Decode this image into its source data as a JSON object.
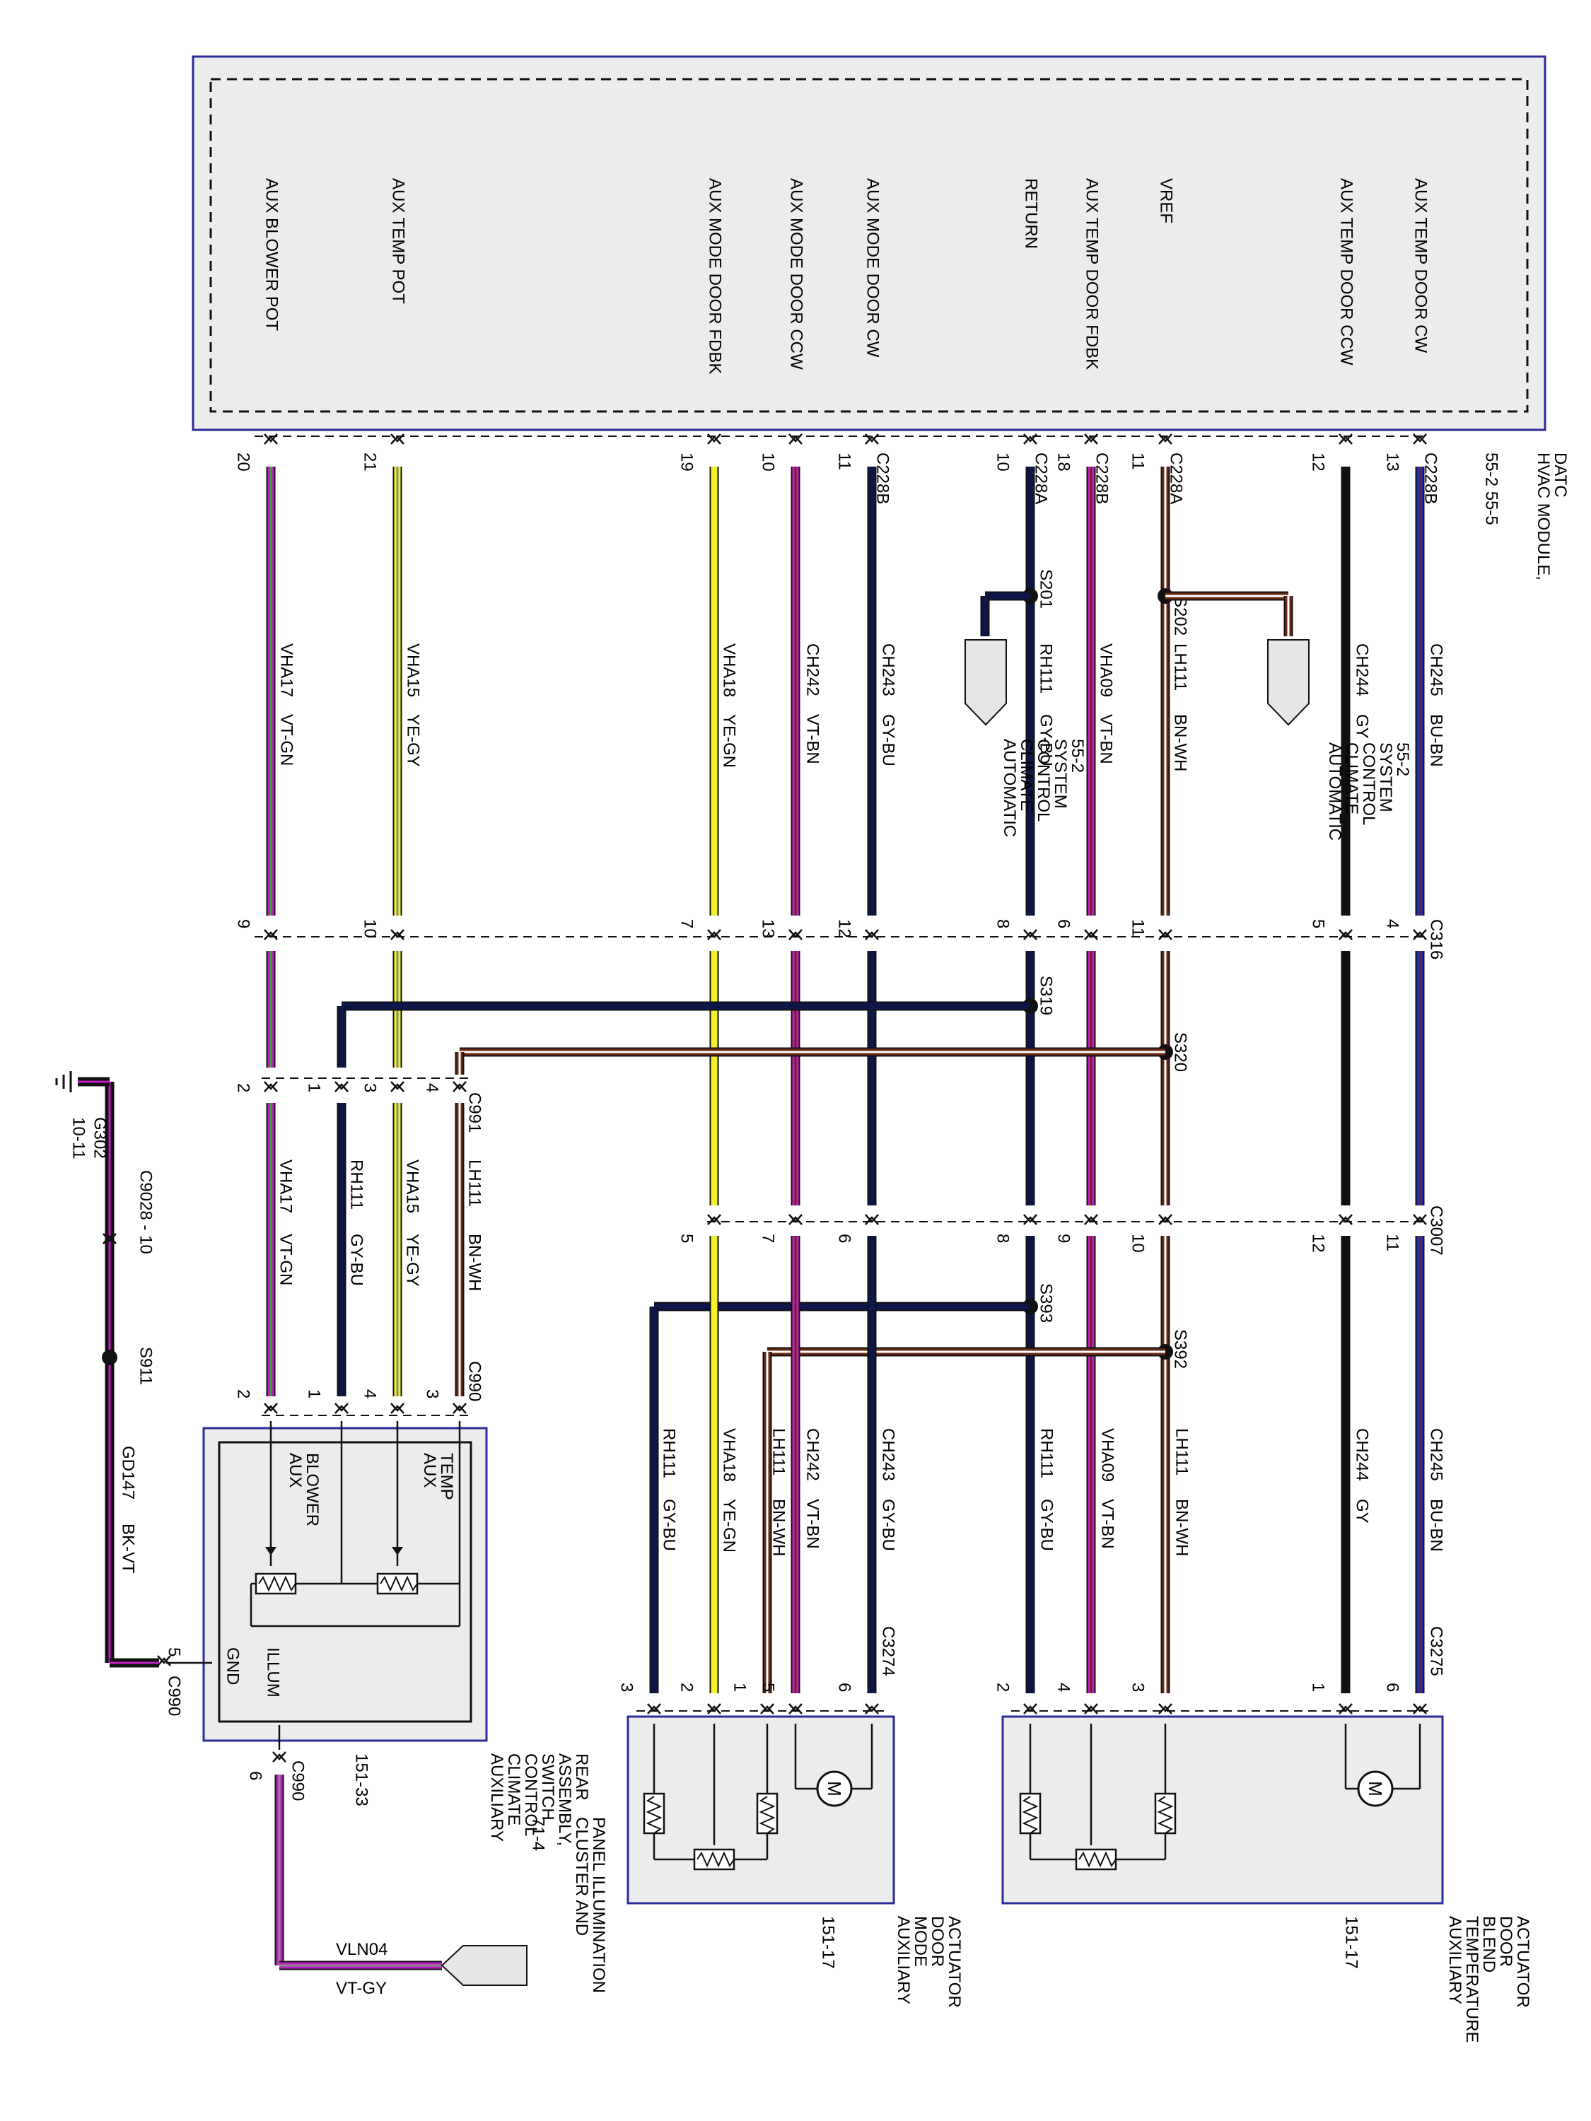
{
  "colors": {
    "VT": "#c21cc7",
    "YE": "#f2f22a",
    "BU": "#1a2ccf",
    "BK": "#111111",
    "NAVY": "#0d1647",
    "BN": "#6b2a16",
    "BNWH": "#6b2a16",
    "VTBN": "#c21cc7",
    "box_fill": "#ececec",
    "box_border": "#2b2b9e"
  },
  "hvac_module": {
    "name": "HVAC MODULE, DATC",
    "page_refs": "55-2   55-5",
    "pins": [
      {
        "label": "AUX TEMP DOOR CW",
        "connector": "C228B",
        "pin": "13"
      },
      {
        "label": "AUX TEMP DOOR CCW",
        "connector": "",
        "pin": "12"
      },
      {
        "label": "VREF",
        "connector": "C228A",
        "pin": "11"
      },
      {
        "label": "AUX TEMP DOOR FDBK",
        "connector": "C228B",
        "pin": "18"
      },
      {
        "label": "RETURN",
        "connector": "C228A",
        "pin": "10"
      },
      {
        "label": "AUX MODE DOOR CW",
        "connector": "C228B",
        "pin": "11"
      },
      {
        "label": "AUX MODE DOOR CCW",
        "connector": "",
        "pin": "10"
      },
      {
        "label": "AUX MODE DOOR FDBK",
        "connector": "",
        "pin": "19"
      },
      {
        "label": "AUX TEMP POT",
        "connector": "",
        "pin": "21"
      },
      {
        "label": "AUX BLOWER POT",
        "connector": "",
        "pin": "20"
      }
    ]
  },
  "upper_wires": [
    {
      "circuit": "CH245",
      "color": "BU-BN"
    },
    {
      "circuit": "CH244",
      "color": "GY"
    },
    {
      "circuit": "LH111",
      "color": "BN-WH"
    },
    {
      "circuit": "VHA09",
      "color": "VT-BN"
    },
    {
      "circuit": "RH111",
      "color": "GY-BU"
    },
    {
      "circuit": "CH243",
      "color": "GY-BU"
    },
    {
      "circuit": "CH242",
      "color": "VT-BN"
    },
    {
      "circuit": "VHA18",
      "color": "YE-GN"
    },
    {
      "circuit": "VHA15",
      "color": "YE-GY"
    },
    {
      "circuit": "VHA17",
      "color": "VT-GN"
    }
  ],
  "splices": {
    "s202": "S202",
    "s201": "S201",
    "s319": "S319",
    "s320": "S320",
    "s393": "S393",
    "s392": "S392",
    "s911": "S911"
  },
  "acc_refs": {
    "top": "AUTOMATIC CLIMATE CONTROL SYSTEM 55-2",
    "bottom": "AUTOMATIC CLIMATE CONTROL SYSTEM 55-2"
  },
  "connectors": {
    "c316": "C316",
    "c316_pins": [
      "4",
      "5",
      "11",
      "6",
      "8",
      "12",
      "13",
      "7",
      "10",
      "9"
    ],
    "c3007": "C3007",
    "c3007_pins": [
      "11",
      "12",
      "10",
      "9",
      "8",
      "6",
      "7",
      "5"
    ],
    "c991": "C991",
    "c991_pins": [
      "4",
      "3",
      "1",
      "2"
    ],
    "c990": "C990",
    "c990_pins": [
      "3",
      "4",
      "1",
      "2"
    ],
    "c990_gnd_pin": "5",
    "c990_gnd": "C990",
    "c990_illum_pin": "6",
    "c990_illum": "C990",
    "c3275": "C3275",
    "c3275_pins": [
      "6",
      "1",
      "3",
      "4",
      "2"
    ],
    "c3274": "C3274",
    "c3274_pins": [
      "6",
      "5",
      "1",
      "2",
      "3"
    ],
    "c9028": "C9028 - 10"
  },
  "c991_wires": [
    {
      "circuit": "LH111",
      "color": "BN-WH"
    },
    {
      "circuit": "VHA15",
      "color": "YE-GY"
    },
    {
      "circuit": "RH111",
      "color": "GY-BU"
    },
    {
      "circuit": "VHA17",
      "color": "VT-GN"
    }
  ],
  "lower_right_wires": [
    {
      "circuit": "CH245",
      "color": "BU-BN"
    },
    {
      "circuit": "CH244",
      "color": "GY"
    },
    {
      "circuit": "LH111",
      "color": "BN-WH"
    },
    {
      "circuit": "VHA09",
      "color": "VT-BN"
    },
    {
      "circuit": "RH111",
      "color": "GY-BU"
    }
  ],
  "lower_mid_wires": [
    {
      "circuit": "CH243",
      "color": "GY-BU"
    },
    {
      "circuit": "CH242",
      "color": "VT-BN"
    },
    {
      "circuit": "LH111",
      "color": "BN-WH"
    },
    {
      "circuit": "VHA18",
      "color": "YE-GN"
    },
    {
      "circuit": "RH111",
      "color": "GY-BU"
    }
  ],
  "ground": {
    "ref": "G302",
    "page": "10-11",
    "circuit": "GD147",
    "color": "BK-VT"
  },
  "switch_assembly": {
    "title": "AUXILIARY CLIMATE CONTROL SWITCH ASSEMBLY, REAR",
    "page": "151-33",
    "label_temp": "AUX TEMP",
    "label_blower": "AUX BLOWER",
    "label_illum": "ILLUM",
    "label_gnd": "GND"
  },
  "temp_actuator": {
    "title": "AUXILIARY TEMPERATURE BLEND DOOR ACTUATOR",
    "page": "151-17"
  },
  "mode_actuator": {
    "title": "AUXILIARY MODE DOOR ACTUATOR",
    "page": "151-17"
  },
  "motor_symbol": "M",
  "cluster": {
    "title": "CLUSTER AND PANEL ILLUMINATION",
    "page": "71-4",
    "circuit": "VLN04",
    "color": "VT-GY"
  }
}
